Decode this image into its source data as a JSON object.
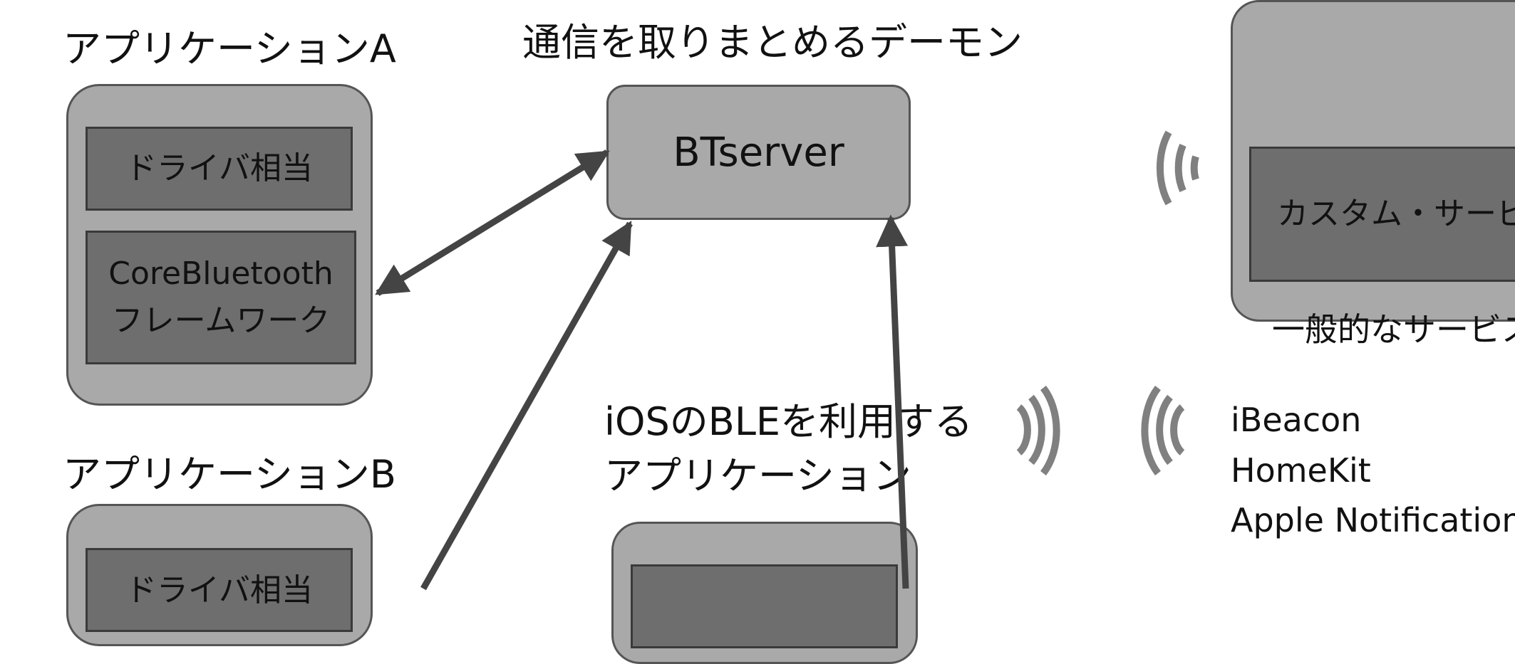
{
  "app_a": {
    "title": "アプリケーションA",
    "driver": "ドライバ相当",
    "framework_line1": "CoreBluetooth",
    "framework_line2": "フレームワーク"
  },
  "app_b": {
    "title": "アプリケーションB",
    "driver": "ドライバ相当"
  },
  "daemon": {
    "title": "通信を取りまとめるデーモン",
    "server": "BTserver"
  },
  "ios_app": {
    "title_line1": "iOSのBLEを利用する",
    "title_line2": "アプリケーション"
  },
  "device": {
    "custom_service": "カスタム・サービ",
    "general_services_label": "一般的なサービス"
  },
  "services": [
    "iBeacon",
    "HomeKit",
    "Apple Notification"
  ],
  "colors": {
    "box_fill": "#a9a9a9",
    "inner_fill": "#6e6e6e",
    "arrow": "#444444",
    "wave": "#808080"
  }
}
